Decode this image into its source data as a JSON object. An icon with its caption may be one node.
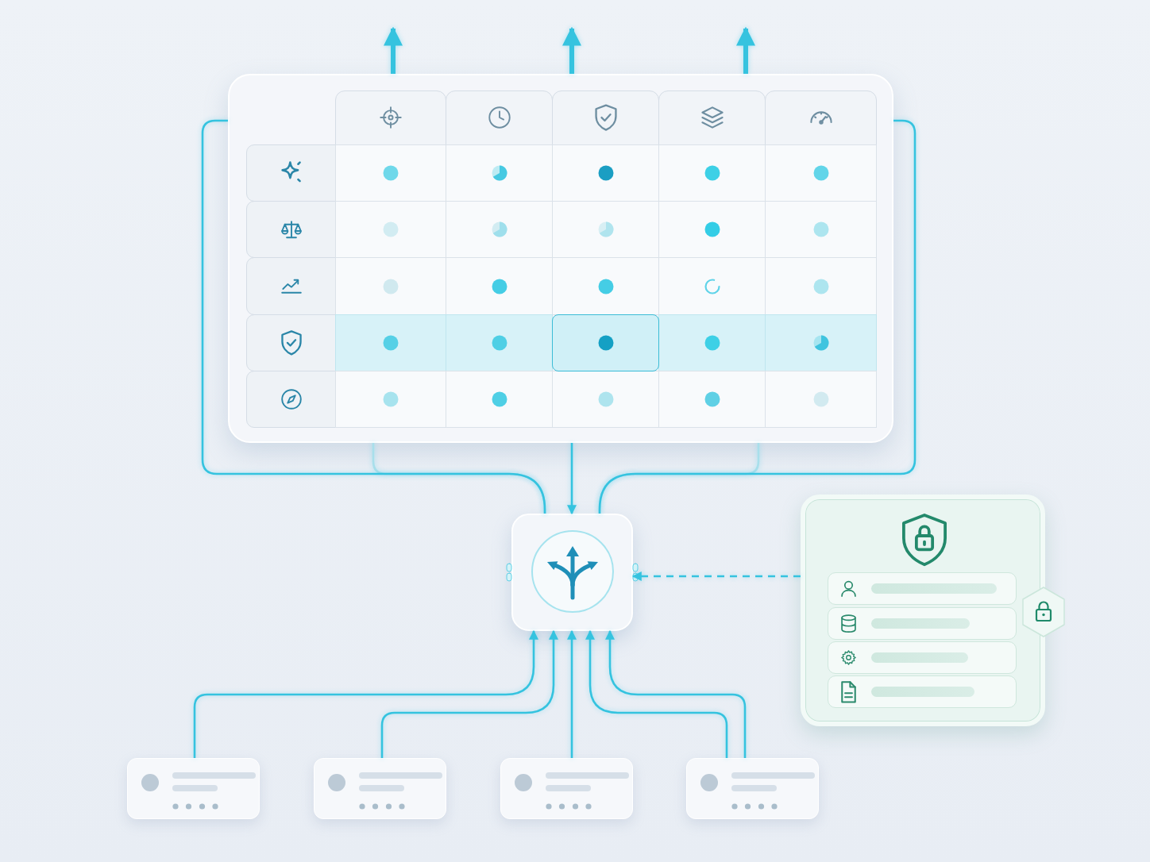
{
  "diagram": {
    "nodes": [
      {
        "text": [],
        "shape": "box"
      },
      {
        "text": [],
        "shape": "box"
      },
      {
        "text": [],
        "shape": "box"
      },
      {
        "text": [],
        "shape": "box"
      },
      {
        "text": [],
        "shape": "box"
      },
      {
        "text": [],
        "shape": "box"
      },
      {
        "text": [],
        "shape": "box"
      }
    ],
    "edges": [
      {
        "from": 0,
        "to": null,
        "arrow": "to",
        "style": "thick"
      },
      {
        "from": 0,
        "to": null,
        "arrow": "to",
        "style": "thick"
      },
      {
        "from": 0,
        "to": null,
        "arrow": "to",
        "style": "thick"
      },
      {
        "from": 0,
        "to": 1,
        "arrow": "none"
      },
      {
        "from": 0,
        "to": 1,
        "arrow": "none",
        "color": "#a8dfeb"
      },
      {
        "from": 0,
        "to": 1,
        "arrow": "to"
      },
      {
        "from": 0,
        "to": 1,
        "arrow": "none",
        "color": "#a8dfeb"
      },
      {
        "from": 0,
        "to": 1,
        "arrow": "none"
      },
      {
        "from": 2,
        "to": 1,
        "arrow": "to",
        "style": "dashed"
      },
      {
        "from": 3,
        "to": 1,
        "arrow": "to"
      },
      {
        "from": 4,
        "to": 1,
        "arrow": "to"
      },
      {
        "from": 5,
        "to": 1,
        "arrow": "to"
      },
      {
        "from": 6,
        "to": 1,
        "arrow": "to"
      },
      {
        "from": 6,
        "to": 1,
        "arrow": "to"
      }
    ]
  }
}
